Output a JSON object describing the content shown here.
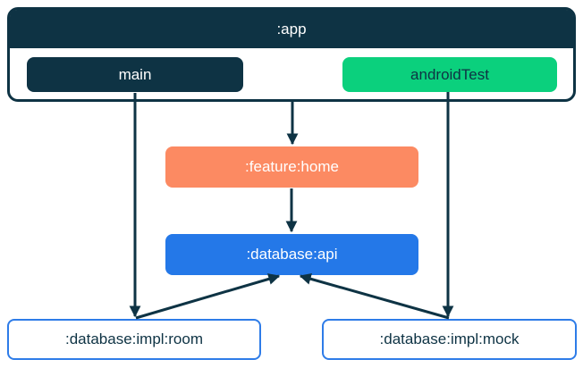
{
  "diagram": {
    "kind": "module-dependency-graph",
    "nodes": [
      {
        "id": "app",
        "label": ":app",
        "color": "#0e3344",
        "text_color": "#ffffff",
        "shape": "container"
      },
      {
        "id": "main",
        "label": "main",
        "color": "#0e3344",
        "text_color": "#ffffff",
        "shape": "pill"
      },
      {
        "id": "androidTest",
        "label": "androidTest",
        "color": "#0bd07d",
        "text_color": "#0e3344",
        "shape": "pill"
      },
      {
        "id": "feature-home",
        "label": ":feature:home",
        "color": "#fc8a62",
        "text_color": "#ffffff",
        "shape": "box"
      },
      {
        "id": "database-api",
        "label": ":database:api",
        "color": "#2478e8",
        "text_color": "#ffffff",
        "shape": "box"
      },
      {
        "id": "database-impl-room",
        "label": ":database:impl:room",
        "color": "#ffffff",
        "text_color": "#0e3344",
        "border_color": "#2e7ce8",
        "shape": "box"
      },
      {
        "id": "database-impl-mock",
        "label": ":database:impl:mock",
        "color": "#ffffff",
        "text_color": "#0e3344",
        "border_color": "#2e7ce8",
        "shape": "box"
      }
    ],
    "edges": [
      {
        "from": ":app",
        "to": ":feature:home"
      },
      {
        "from": ":feature:home",
        "to": ":database:api"
      },
      {
        "from": "main",
        "to": ":database:impl:room"
      },
      {
        "from": "androidTest",
        "to": ":database:impl:mock"
      },
      {
        "from": ":database:impl:room",
        "to": ":database:api"
      },
      {
        "from": ":database:impl:mock",
        "to": ":database:api"
      }
    ],
    "colors": {
      "navy": "#0e3344",
      "green": "#0bd07d",
      "orange": "#fc8a62",
      "blue": "#2478e8",
      "impl_border_blue": "#2e7ce8",
      "arrow": "#0e3344",
      "background": "#ffffff"
    }
  }
}
